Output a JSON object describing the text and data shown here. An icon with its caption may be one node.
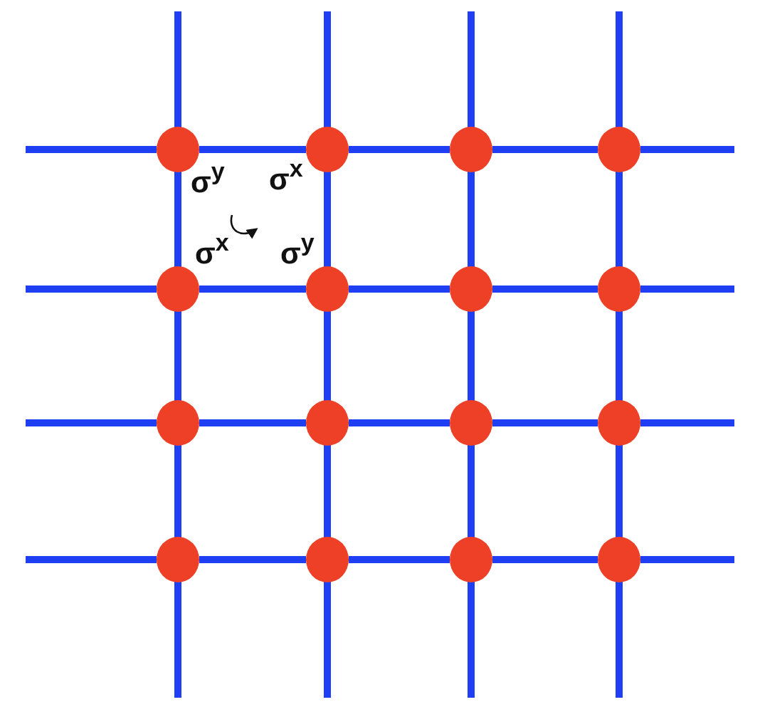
{
  "diagram": {
    "nodes": [
      {
        "text": [],
        "shape": "circle"
      },
      {
        "text": [],
        "shape": "circle"
      },
      {
        "text": [],
        "shape": "circle"
      },
      {
        "text": [],
        "shape": "circle"
      },
      {
        "text": [],
        "shape": "circle"
      },
      {
        "text": [],
        "shape": "circle"
      },
      {
        "text": [],
        "shape": "circle"
      },
      {
        "text": [],
        "shape": "circle"
      },
      {
        "text": [],
        "shape": "circle"
      },
      {
        "text": [],
        "shape": "circle"
      },
      {
        "text": [],
        "shape": "circle"
      },
      {
        "text": [],
        "shape": "circle"
      },
      {
        "text": [],
        "shape": "circle"
      },
      {
        "text": [],
        "shape": "circle"
      },
      {
        "text": [],
        "shape": "circle"
      },
      {
        "text": [],
        "shape": "circle"
      }
    ],
    "edges": [
      {
        "from": null,
        "to": 0,
        "arrow": "none"
      },
      {
        "from": 0,
        "to": 1,
        "arrow": "none"
      },
      {
        "from": 1,
        "to": 2,
        "arrow": "none"
      },
      {
        "from": 2,
        "to": 3,
        "arrow": "none"
      },
      {
        "from": 3,
        "to": null,
        "arrow": "none"
      },
      {
        "from": null,
        "to": 4,
        "arrow": "none"
      },
      {
        "from": 4,
        "to": 5,
        "arrow": "none"
      },
      {
        "from": 5,
        "to": 6,
        "arrow": "none"
      },
      {
        "from": 6,
        "to": 7,
        "arrow": "none"
      },
      {
        "from": 7,
        "to": null,
        "arrow": "none"
      },
      {
        "from": null,
        "to": 8,
        "arrow": "none"
      },
      {
        "from": 8,
        "to": 9,
        "arrow": "none"
      },
      {
        "from": 9,
        "to": 10,
        "arrow": "none"
      },
      {
        "from": 10,
        "to": 11,
        "arrow": "none"
      },
      {
        "from": 11,
        "to": null,
        "arrow": "none"
      },
      {
        "from": null,
        "to": 12,
        "arrow": "none"
      },
      {
        "from": 12,
        "to": 13,
        "arrow": "none"
      },
      {
        "from": 13,
        "to": 14,
        "arrow": "none"
      },
      {
        "from": 14,
        "to": 15,
        "arrow": "none"
      },
      {
        "from": 15,
        "to": null,
        "arrow": "none"
      },
      {
        "from": null,
        "to": 0,
        "arrow": "none"
      },
      {
        "from": 0,
        "to": 4,
        "arrow": "none"
      },
      {
        "from": 4,
        "to": 8,
        "arrow": "none"
      },
      {
        "from": 8,
        "to": 12,
        "arrow": "none"
      },
      {
        "from": 12,
        "to": null,
        "arrow": "none"
      },
      {
        "from": null,
        "to": 1,
        "arrow": "none"
      },
      {
        "from": 1,
        "to": 5,
        "arrow": "none"
      },
      {
        "from": 5,
        "to": 9,
        "arrow": "none"
      },
      {
        "from": 9,
        "to": 13,
        "arrow": "none"
      },
      {
        "from": 13,
        "to": null,
        "arrow": "none"
      },
      {
        "from": null,
        "to": 2,
        "arrow": "none"
      },
      {
        "from": 2,
        "to": 6,
        "arrow": "none"
      },
      {
        "from": 6,
        "to": 10,
        "arrow": "none"
      },
      {
        "from": 10,
        "to": 14,
        "arrow": "none"
      },
      {
        "from": 14,
        "to": null,
        "arrow": "none"
      },
      {
        "from": null,
        "to": 3,
        "arrow": "none"
      },
      {
        "from": 3,
        "to": 7,
        "arrow": "none"
      },
      {
        "from": 7,
        "to": 11,
        "arrow": "none"
      },
      {
        "from": 11,
        "to": 15,
        "arrow": "none"
      },
      {
        "from": 15,
        "to": null,
        "arrow": "none"
      }
    ],
    "labels": [
      "σ$^{y}$",
      "σ$^{x}$",
      "σ$^{x}$",
      "σ$^{y}$"
    ]
  }
}
